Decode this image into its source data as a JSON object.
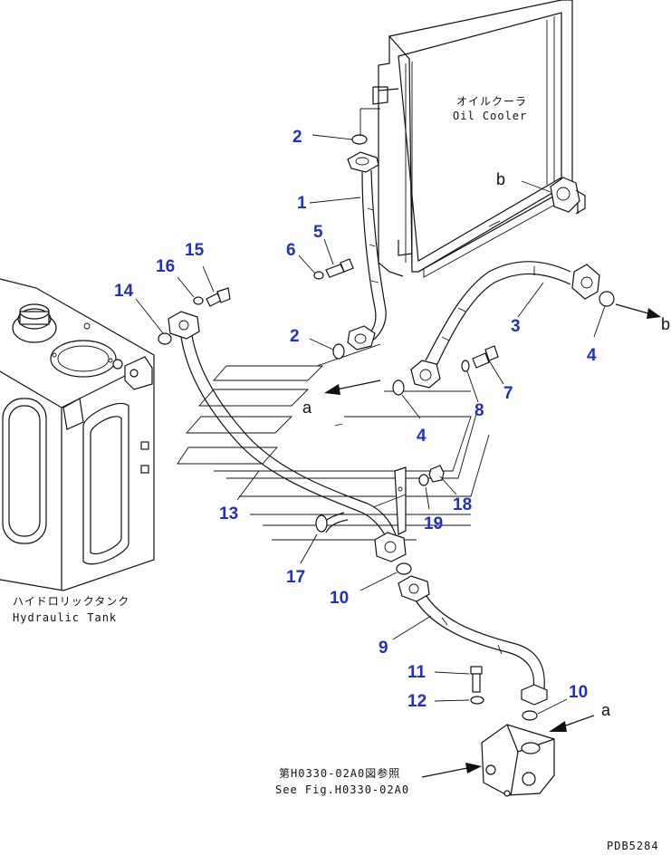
{
  "labels": {
    "oil_cooler_jp": "オイルクーラ",
    "oil_cooler_en": "Oil Cooler",
    "hydraulic_tank_jp": "ハイドロリックタンク",
    "hydraulic_tank_en": "Hydraulic Tank",
    "ref_jp": "第H0330-02A0図参照",
    "ref_en": "See Fig.H0330-02A0",
    "drawing_code": "PDB5284"
  },
  "letters": {
    "a1": "a",
    "a2": "a",
    "b1": "b",
    "b2": "b"
  },
  "callouts": [
    {
      "id": "c2a",
      "text": "2"
    },
    {
      "id": "c1",
      "text": "1"
    },
    {
      "id": "c5",
      "text": "5"
    },
    {
      "id": "c6",
      "text": "6"
    },
    {
      "id": "c15",
      "text": "15"
    },
    {
      "id": "c16",
      "text": "16"
    },
    {
      "id": "c14",
      "text": "14"
    },
    {
      "id": "c2b",
      "text": "2"
    },
    {
      "id": "c3",
      "text": "3"
    },
    {
      "id": "c4a",
      "text": "4"
    },
    {
      "id": "c7",
      "text": "7"
    },
    {
      "id": "c8",
      "text": "8"
    },
    {
      "id": "c4b",
      "text": "4"
    },
    {
      "id": "c13",
      "text": "13"
    },
    {
      "id": "c18",
      "text": "18"
    },
    {
      "id": "c19",
      "text": "19"
    },
    {
      "id": "c17",
      "text": "17"
    },
    {
      "id": "c10a",
      "text": "10"
    },
    {
      "id": "c9",
      "text": "9"
    },
    {
      "id": "c11",
      "text": "11"
    },
    {
      "id": "c12",
      "text": "12"
    },
    {
      "id": "c10b",
      "text": "10"
    }
  ]
}
